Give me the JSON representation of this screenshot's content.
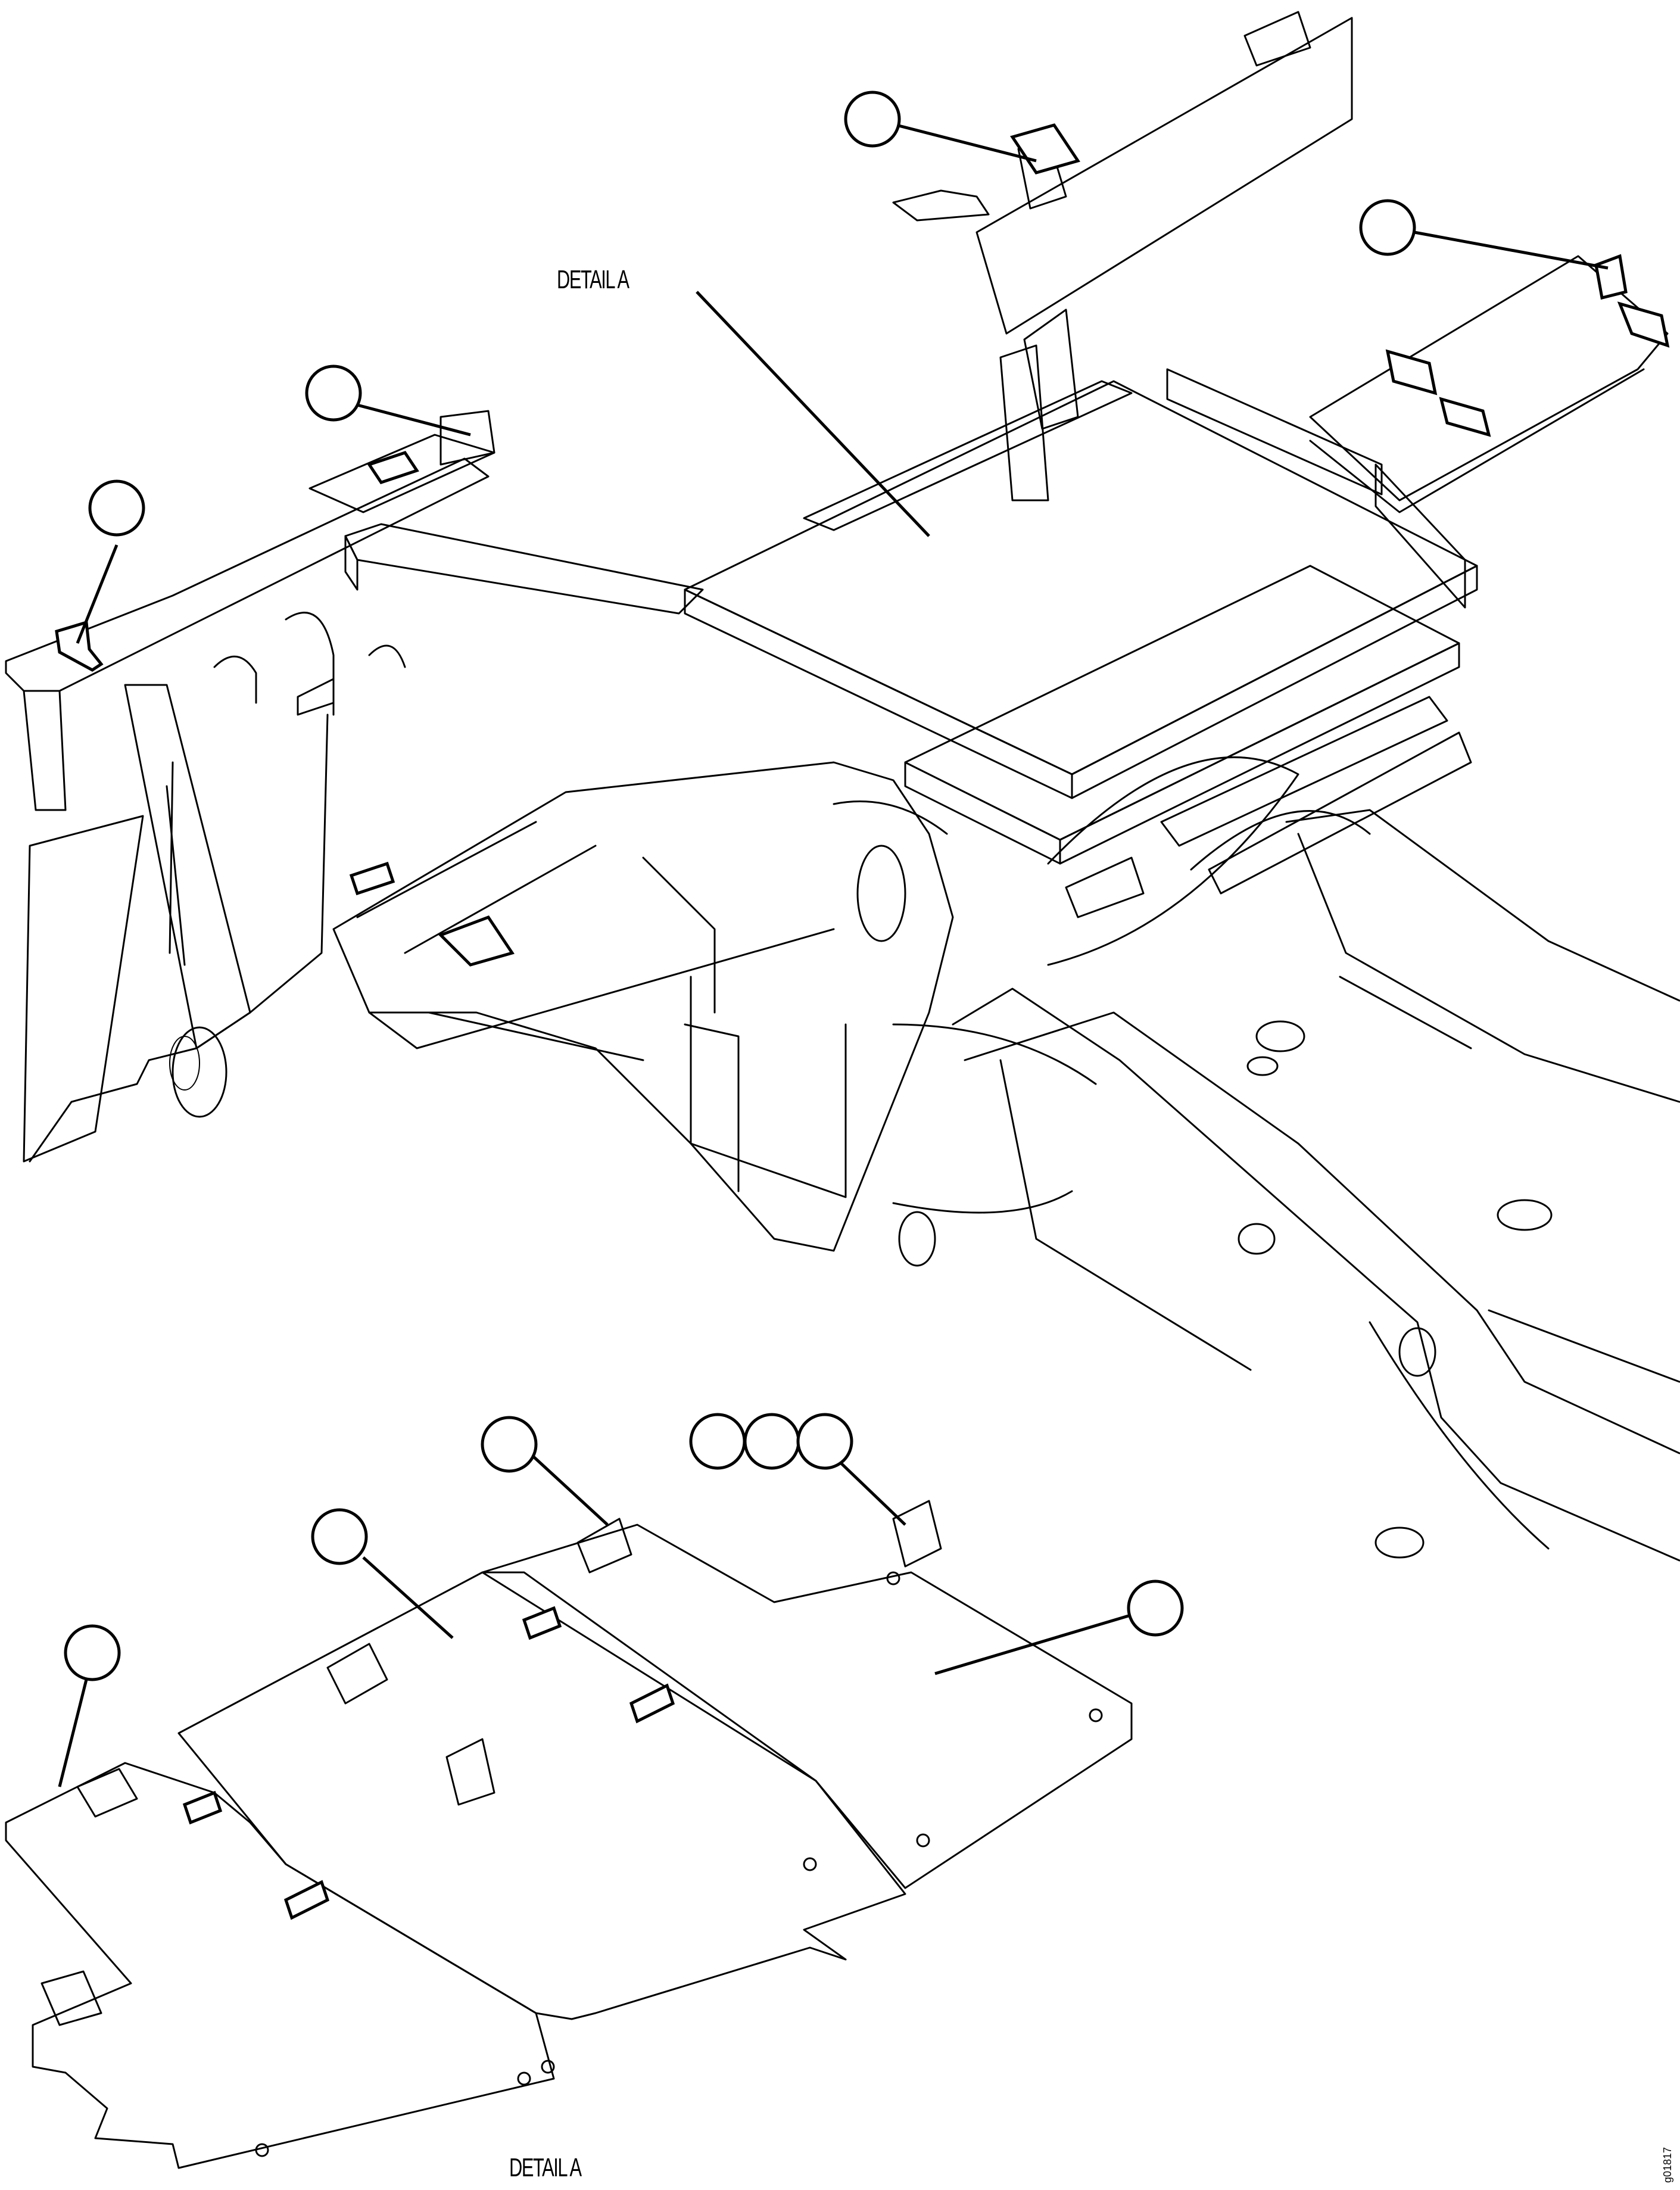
{
  "labels": {
    "detail_top": "DETAIL A",
    "detail_bottom": "DETAIL A",
    "figure_number": "g01817"
  },
  "callouts": [
    {
      "id": "callout-top-center"
    },
    {
      "id": "callout-top-right"
    },
    {
      "id": "callout-upper-left"
    },
    {
      "id": "callout-left"
    },
    {
      "id": "callout-detail-center"
    },
    {
      "id": "callout-detail-triple-1"
    },
    {
      "id": "callout-detail-triple-2"
    },
    {
      "id": "callout-detail-triple-3"
    },
    {
      "id": "callout-detail-left-upper"
    },
    {
      "id": "callout-detail-right"
    },
    {
      "id": "callout-detail-left-lower"
    }
  ]
}
